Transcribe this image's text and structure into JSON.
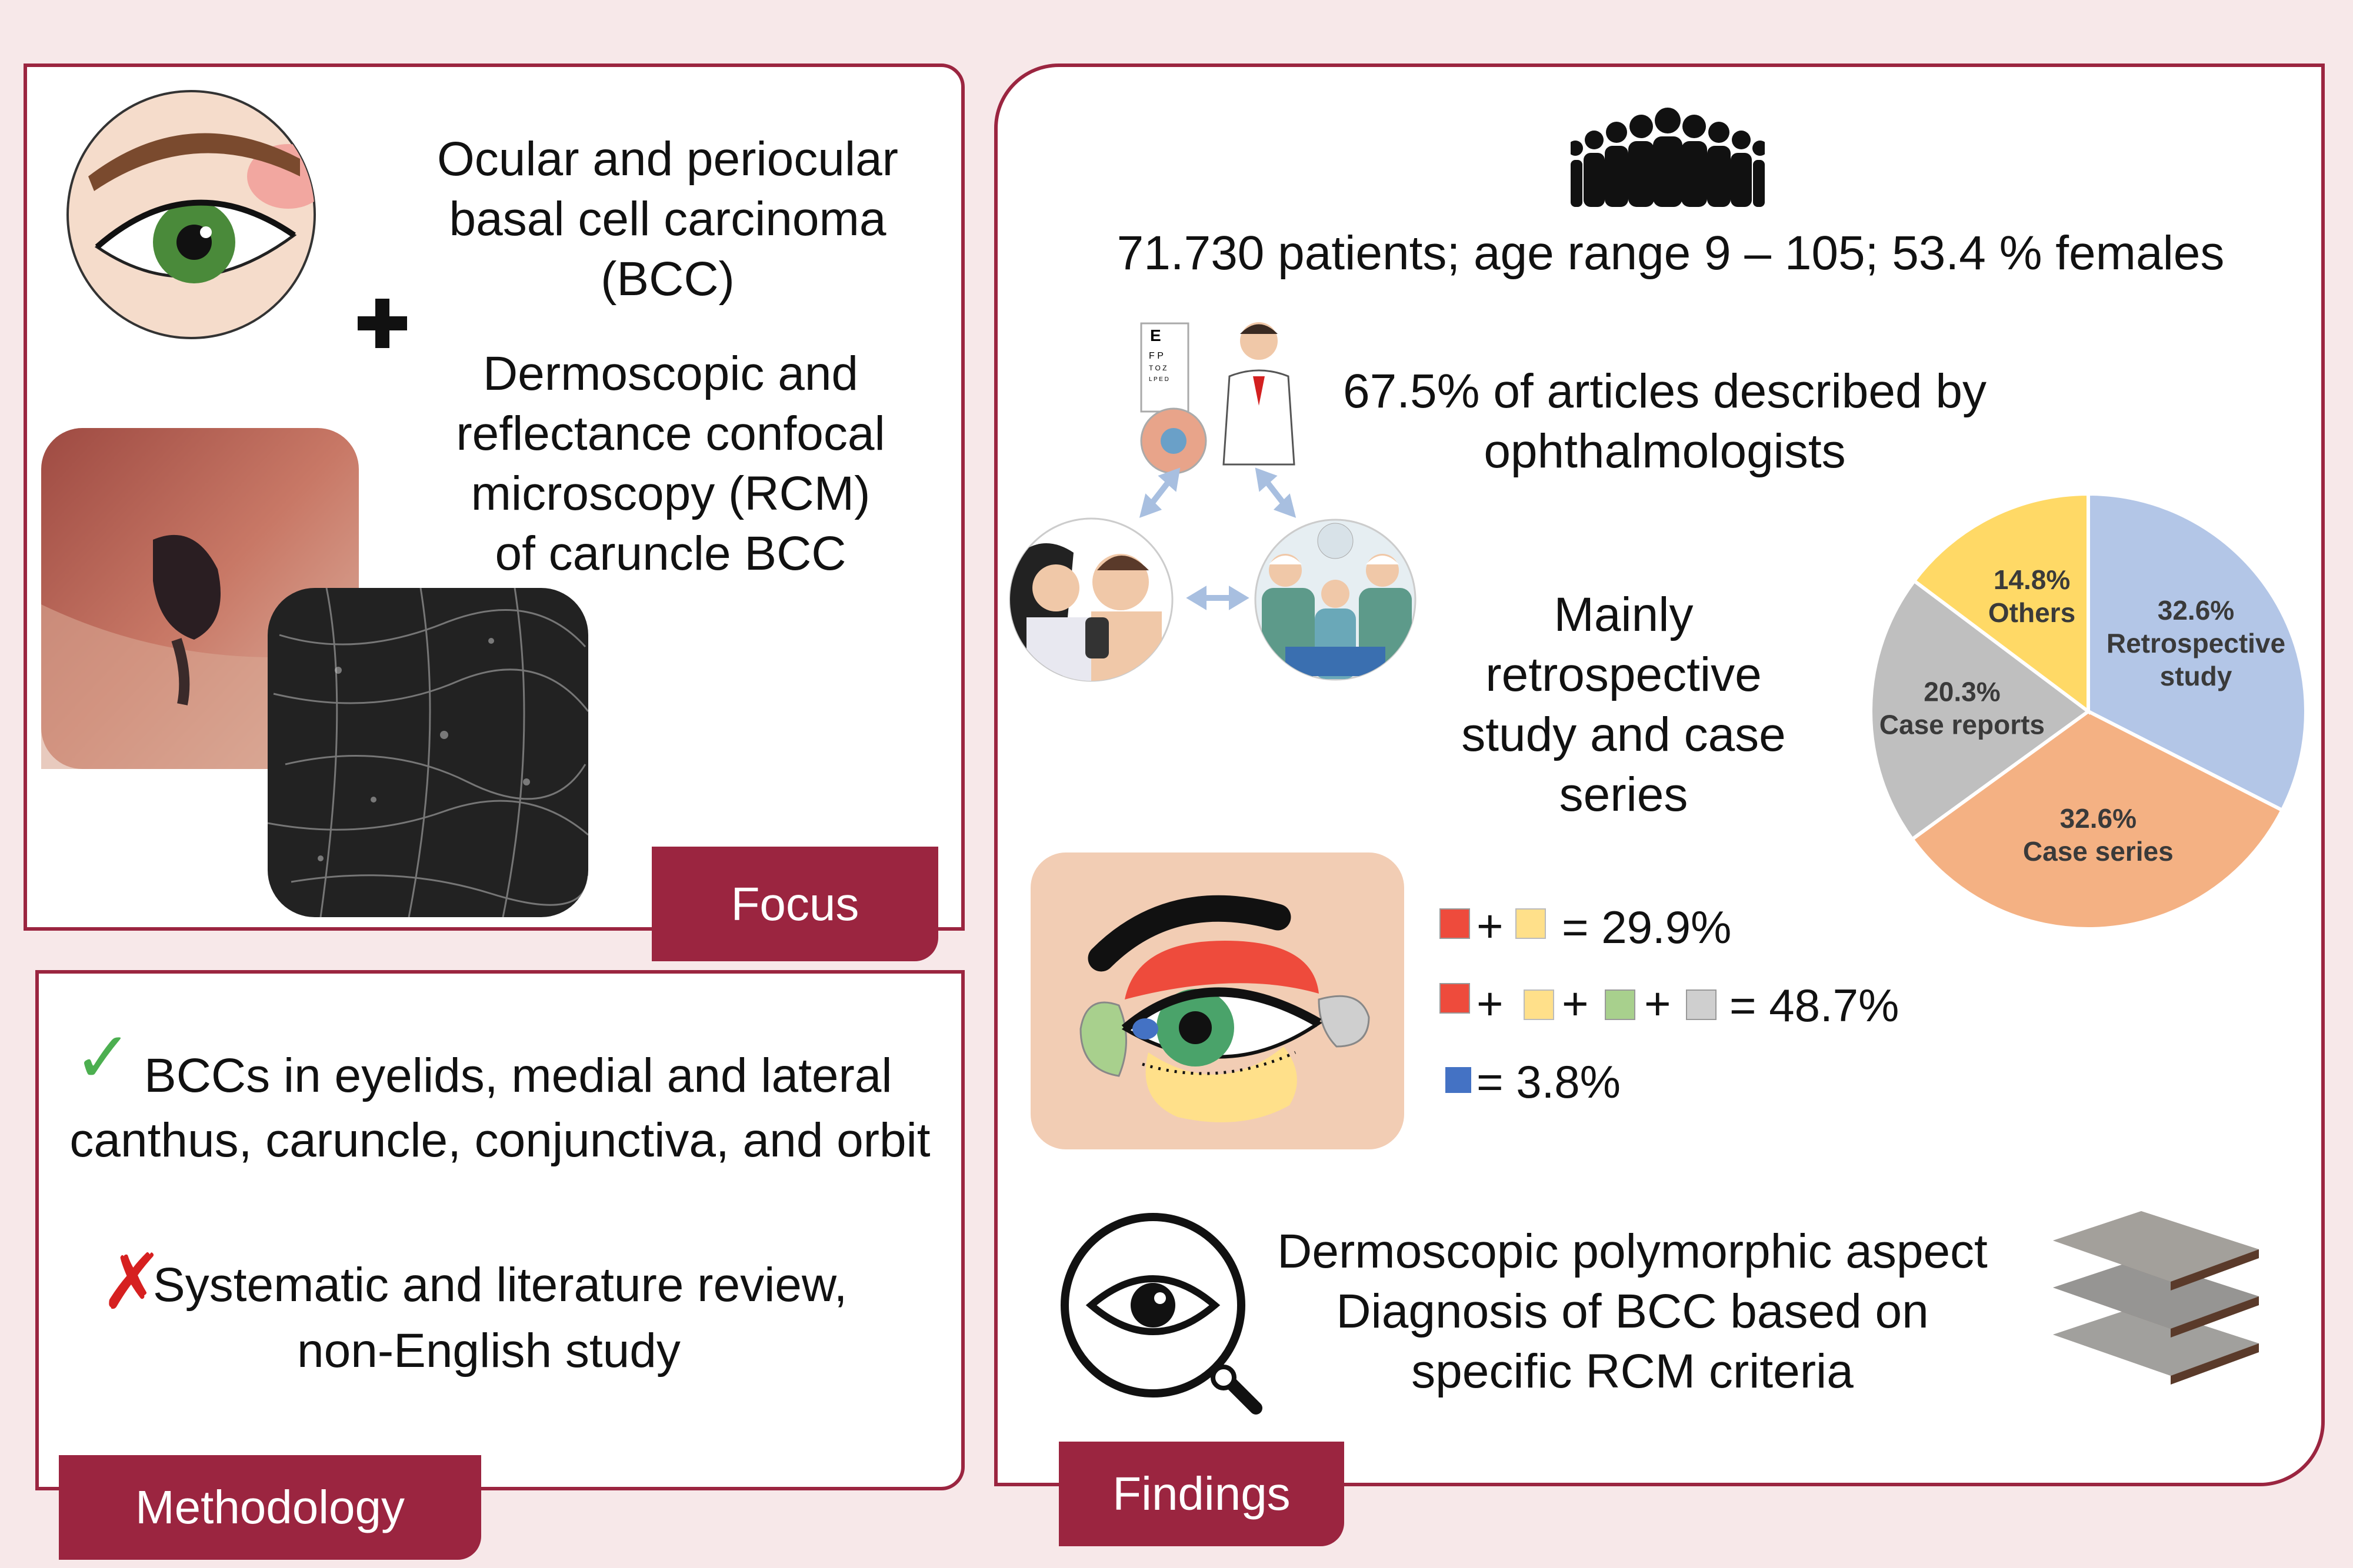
{
  "focus": {
    "tag": "Focus",
    "title_lines": [
      "Ocular and periocular",
      "basal cell carcinoma",
      "(BCC)"
    ],
    "subtitle_lines": [
      "Dermoscopic and",
      "reflectance confocal",
      "microscopy (RCM)",
      "of caruncle BCC"
    ]
  },
  "methodology": {
    "tag": "Methodology",
    "include_symbol": "✓",
    "include_lines": [
      "BCCs in eyelids, medial and lateral",
      "canthus, caruncle, conjunctiva, and orbit"
    ],
    "exclude_symbol": "✗",
    "exclude_lines": [
      "Systematic and literature review,",
      "non-English study"
    ]
  },
  "findings": {
    "tag": "Findings",
    "patients_text": "71.730 patients; age range 9 – 105; 53.4 % females",
    "ophthalmologists_lines": [
      "67.5% of articles described by",
      "ophthalmologists"
    ],
    "design_lines": [
      "Mainly",
      "retrospective",
      "study and case",
      "series"
    ],
    "legend": {
      "row1": {
        "plus": "+",
        "value": "= 29.9%"
      },
      "row2": {
        "plus1": "+",
        "plus2": "+",
        "plus3": "+",
        "value": "= 48.7%"
      },
      "row3": {
        "value": "= 3.8%"
      }
    },
    "rcm_lines": [
      "Dermoscopic polymorphic aspect",
      "Diagnosis of BCC based on",
      "specific RCM criteria"
    ]
  },
  "chart_data": {
    "type": "pie",
    "slices": [
      {
        "label": "Retrospective study",
        "pct_label": "32.6%",
        "value": 32.6,
        "color": "#b3c6e7"
      },
      {
        "label": "Case series",
        "pct_label": "32.6%",
        "value": 32.6,
        "color": "#f4b183"
      },
      {
        "label": "Case reports",
        "pct_label": "20.3%",
        "value": 20.3,
        "color": "#bfbfbf"
      },
      {
        "label": "Others",
        "pct_label": "14.8%",
        "value": 14.8,
        "color": "#ffd966"
      }
    ]
  },
  "colors": {
    "accent": "#9b2540",
    "background": "#f7e8e9",
    "red_region": "#ee4b3c",
    "yellow_region": "#ffe08a",
    "green_region": "#a8d08d",
    "grey_region": "#cfcfcf",
    "blue_region": "#4472c4",
    "check": "#4caf50",
    "cross": "#d62020"
  }
}
